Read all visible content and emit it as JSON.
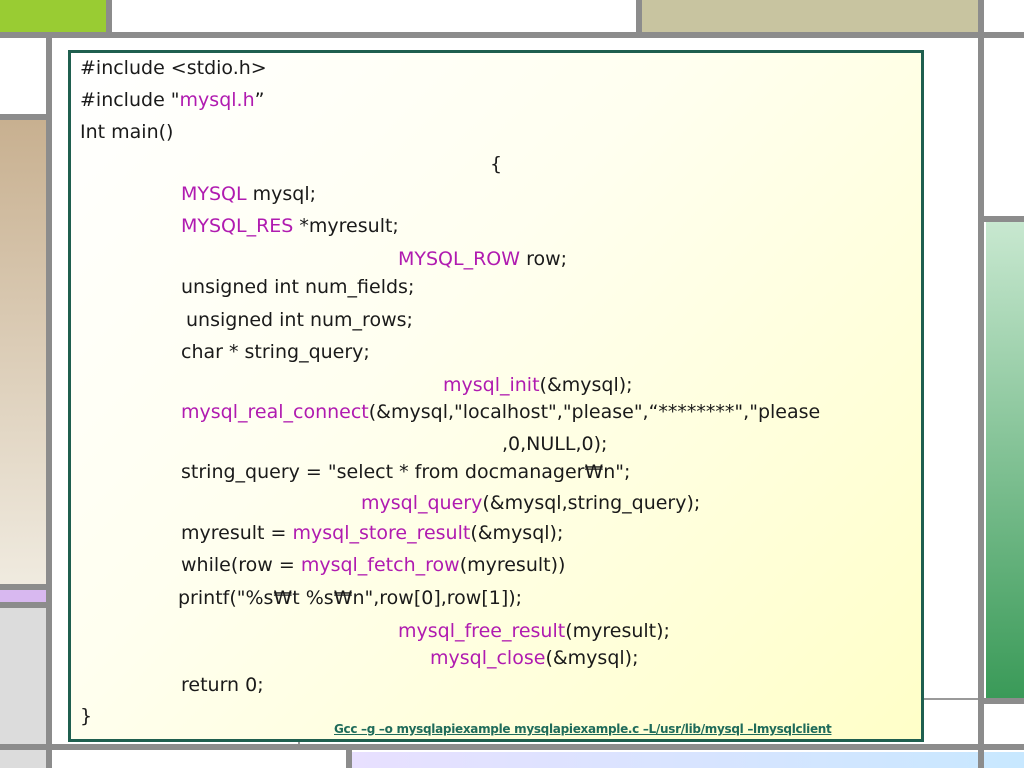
{
  "code_lines": [
    {
      "segments": [
        {
          "t": "#include <stdio.h>"
        }
      ]
    },
    {
      "segments": [
        {
          "t": "#include \""
        },
        {
          "t": "mysql.h",
          "m": true
        },
        {
          "t": "”"
        }
      ]
    },
    {
      "segments": [
        {
          "t": "Int main()"
        }
      ]
    },
    {
      "segments": [
        {
          "t": "{"
        }
      ]
    },
    {
      "segments": [
        {
          "t": "MYSQL",
          "m": true
        },
        {
          "t": " mysql;"
        }
      ]
    },
    {
      "segments": [
        {
          "t": "MYSQL_RES",
          "m": true
        },
        {
          "t": " *myresult;"
        }
      ]
    },
    {
      "segments": [
        {
          "t": "MYSQL_ROW",
          "m": true
        },
        {
          "t": " row;"
        }
      ]
    },
    {
      "segments": [
        {
          "t": "unsigned int num_fields;"
        }
      ]
    },
    {
      "segments": [
        {
          "t": "unsigned int num_rows;"
        }
      ]
    },
    {
      "segments": [
        {
          "t": "char * string_query;"
        }
      ]
    },
    {
      "segments": [
        {
          "t": "mysql_init",
          "m": true
        },
        {
          "t": "(&mysql);"
        }
      ]
    },
    {
      "segments": [
        {
          "t": "mysql_real_connect",
          "m": true
        },
        {
          "t": "(&mysql,\"localhost\",\"please\",“********\",\"please"
        }
      ]
    },
    {
      "segments": [
        {
          "t": ",0,NULL,0);"
        }
      ]
    },
    {
      "segments": [
        {
          "t": "string_query = \"select * from docmanager₩n\";"
        }
      ]
    },
    {
      "segments": [
        {
          "t": "mysql_query",
          "m": true
        },
        {
          "t": "(&mysql,string_query);"
        }
      ]
    },
    {
      "segments": [
        {
          "t": "myresult = "
        },
        {
          "t": "mysql_store_result",
          "m": true
        },
        {
          "t": "(&mysql);"
        }
      ]
    },
    {
      "segments": [
        {
          "t": "while(row = "
        },
        {
          "t": "mysql_fetch_row",
          "m": true
        },
        {
          "t": "(myresult))"
        }
      ]
    },
    {
      "segments": [
        {
          "t": "printf(\"%s₩t %s₩n\",row[0],row[1]);"
        }
      ]
    },
    {
      "segments": [
        {
          "t": "mysql_free_result",
          "m": true
        },
        {
          "t": "(myresult);"
        }
      ]
    },
    {
      "segments": [
        {
          "t": "mysql_close",
          "m": true
        },
        {
          "t": "(&mysql);"
        }
      ]
    },
    {
      "segments": [
        {
          "t": "return 0;"
        }
      ]
    },
    {
      "segments": [
        {
          "t": "}"
        }
      ]
    }
  ],
  "compile_command": "Gcc –g –o mysqlapiexample mysqlapiexample.c –L/usr/lib/mysql –lmysqlclient",
  "colors": {
    "accent_green": "#99cc33",
    "tan": "#c8c4a0",
    "brown": "#c8b090",
    "lavender": "#d8b8f0",
    "green_gradient": "#3a9a58",
    "box_border": "#1f5f4f",
    "keyword": "#b01bb0",
    "command": "#1f6b5a"
  }
}
